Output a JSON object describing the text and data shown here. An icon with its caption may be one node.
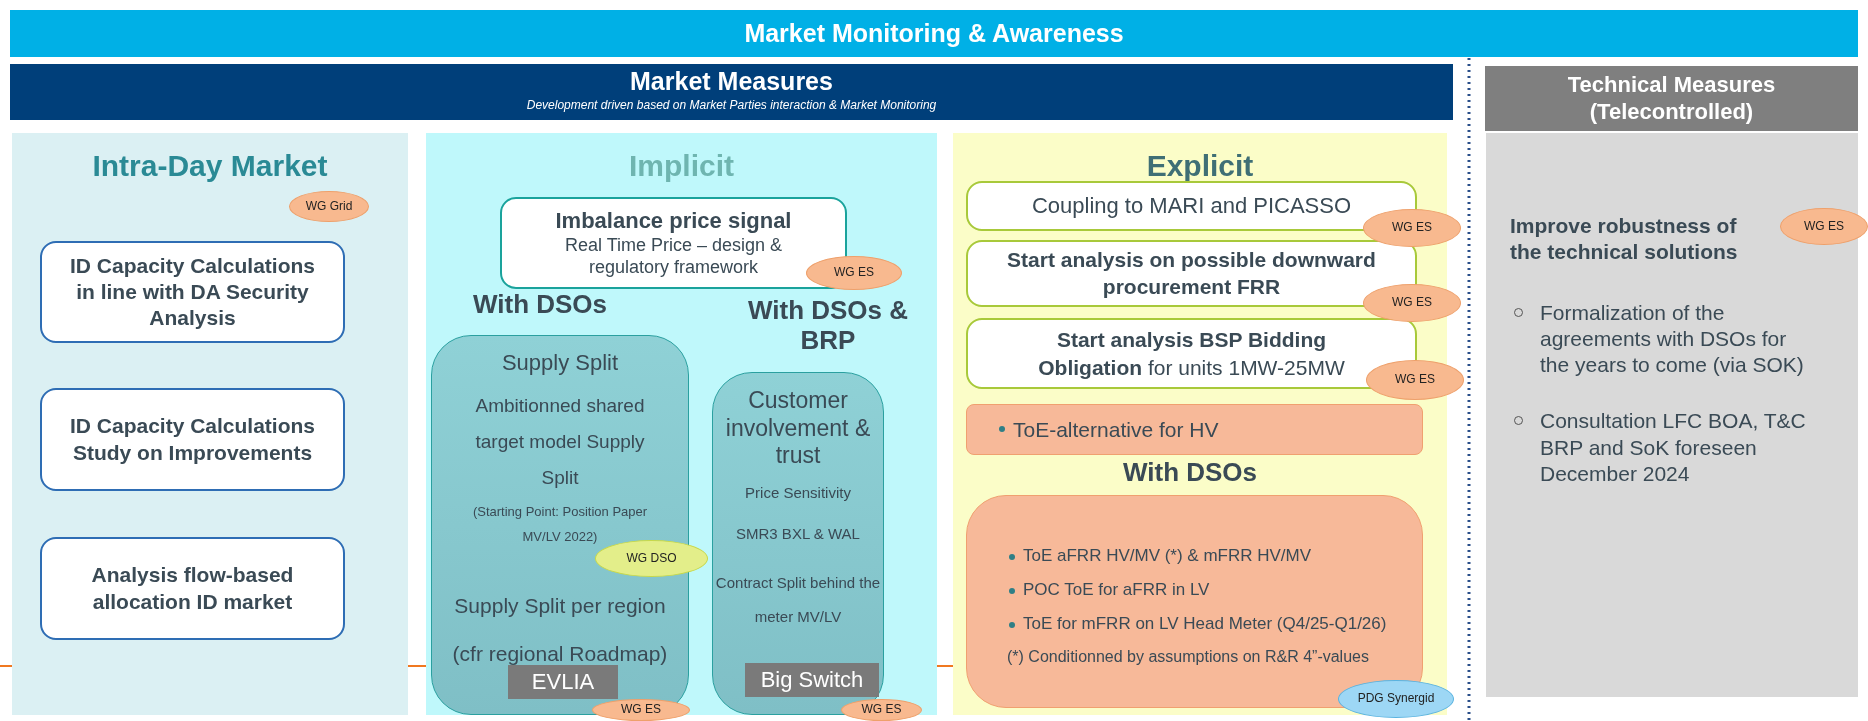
{
  "diagram": {
    "nodes": [
      {
        "text": [
          "Market Monitoring & Awareness"
        ]
      },
      {
        "text": [
          "Market Measures",
          "Development driven based on Market Parties interaction & Market Monitoring"
        ]
      },
      {
        "text": [
          "Technical Measures (Telecontrolled)"
        ]
      },
      {
        "text": [
          "Intra-Day Market"
        ]
      },
      {
        "text": [
          "WG Grid"
        ],
        "in": 3
      },
      {
        "text": [
          "ID Capacity Calculations in line with DA Security Analysis"
        ],
        "in": 3
      },
      {
        "text": [
          "ID Capacity Calculations Study on Improvements"
        ],
        "in": 3
      },
      {
        "text": [
          "Analysis flow-based allocation ID market"
        ],
        "in": 3
      },
      {
        "text": [
          "Implicit"
        ]
      },
      {
        "text": [
          "Imbalance price signal",
          "Real Time Price – design & regulatory framework"
        ],
        "in": 8
      },
      {
        "text": [
          "WG ES"
        ],
        "in": 8
      },
      {
        "text": [
          "Supply Split",
          "Ambitionned shared target model Supply Split",
          "(Starting Point: Position Paper MV/LV 2022)",
          "Supply Split per region",
          "(cfr regional Roadmap)"
        ],
        "in": 8
      },
      {
        "text": [
          "EVLIA"
        ],
        "in": 11
      },
      {
        "text": [
          "WG DSO"
        ],
        "in": 8
      },
      {
        "text": [
          "WG ES"
        ]
      },
      {
        "text": [
          "Customer involvement & trust",
          "Price Sensitivity",
          "SMR3 BXL & WAL",
          "Contract Split behind the meter MV/LV"
        ],
        "in": 8
      },
      {
        "text": [
          "Big Switch"
        ],
        "in": 15
      },
      {
        "text": [
          "WG ES"
        ]
      },
      {
        "text": [
          "Explicit"
        ]
      },
      {
        "text": [
          "Coupling to MARI and PICASSO"
        ],
        "in": 18
      },
      {
        "text": [
          "WG ES"
        ]
      },
      {
        "text": [
          "Start analysis on possible downward procurement FRR"
        ],
        "in": 18
      },
      {
        "text": [
          "WG ES"
        ]
      },
      {
        "text": [
          "**Start analysis BSP Bidding Obligation** for units 1MW-25MW"
        ],
        "in": 18
      },
      {
        "text": [
          "WG ES"
        ]
      },
      {
        "text": [
          "ToE-alternative for HV"
        ],
        "in": 18
      },
      {
        "text": [
          "ToE aFRR HV/MV (*) & mFRR HV/MV",
          "POC ToE for aFRR in LV",
          "ToE for mFRR on LV Head Meter (Q4/25-Q1/26)",
          "(*) Conditionned by assumptions on R&R 4”-values"
        ],
        "in": 18
      },
      {
        "text": [
          "PDG Synergid"
        ]
      },
      {
        "text": [
          "Improve robustness of the technical solutions",
          "Formalization of the agreements with DSOs for the years to come (via SOK)",
          "Consultation LFC BOA, T&C BRP and SoK foreseen December 2024"
        ]
      },
      {
        "text": [
          "WG ES"
        ]
      }
    ],
    "labels": [
      "With DSOs",
      "With DSOs & BRP",
      "With DSOs"
    ]
  }
}
